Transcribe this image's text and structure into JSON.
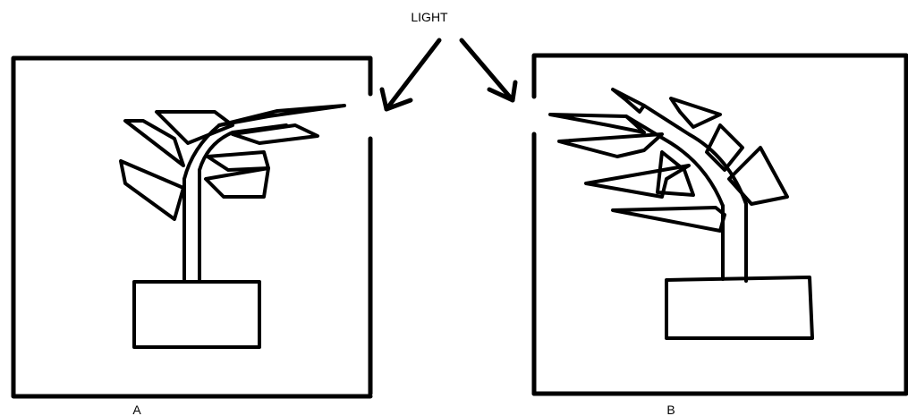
{
  "light_label": "LIGHT",
  "panels": [
    {
      "label": "A"
    },
    {
      "label": "B"
    }
  ],
  "colors": {
    "ink": "#000000",
    "background": "#ffffff"
  }
}
